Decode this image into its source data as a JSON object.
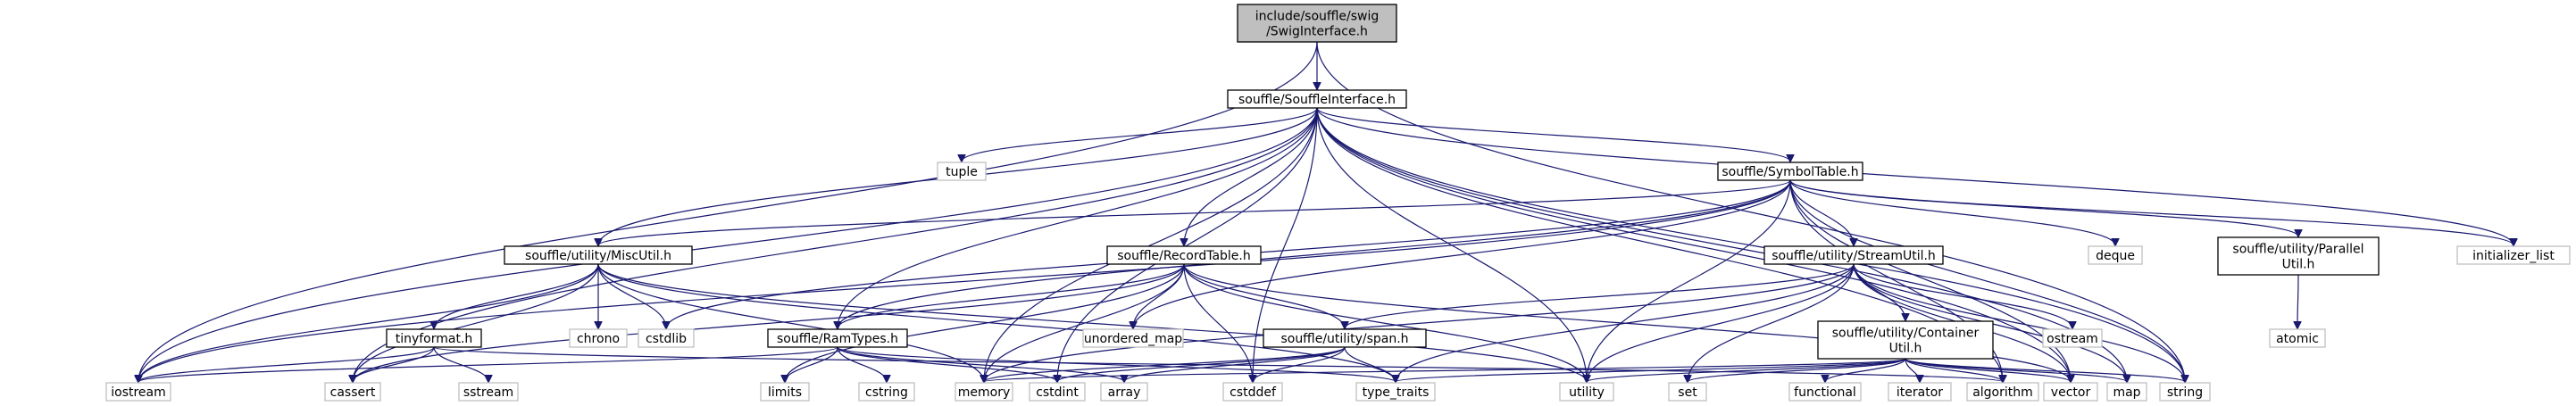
{
  "nodes": {
    "swig": [
      "include/souffle/swig",
      "/SwigInterface.h"
    ],
    "souffle_interface": [
      "souffle/SouffleInterface.h"
    ],
    "symbol_table": [
      "souffle/SymbolTable.h"
    ],
    "misc_util": [
      "souffle/utility/MiscUtil.h"
    ],
    "record_table": [
      "souffle/RecordTable.h"
    ],
    "stream_util": [
      "souffle/utility/StreamUtil.h"
    ],
    "parallel_util": [
      "souffle/utility/Parallel",
      "Util.h"
    ],
    "ram_types": [
      "souffle/RamTypes.h"
    ],
    "span": [
      "souffle/utility/span.h"
    ],
    "container_util": [
      "souffle/utility/Container",
      "Util.h"
    ],
    "tinyformat": [
      "tinyformat.h"
    ],
    "tuple": [
      "tuple"
    ],
    "deque": [
      "deque"
    ],
    "initializer_list": [
      "initializer_list"
    ],
    "chrono": [
      "chrono"
    ],
    "cstdlib": [
      "cstdlib"
    ],
    "unordered_map": [
      "unordered_map"
    ],
    "ostream": [
      "ostream"
    ],
    "atomic": [
      "atomic"
    ],
    "iostream": [
      "iostream"
    ],
    "cassert": [
      "cassert"
    ],
    "sstream": [
      "sstream"
    ],
    "limits": [
      "limits"
    ],
    "cstring": [
      "cstring"
    ],
    "memory": [
      "memory"
    ],
    "cstdint": [
      "cstdint"
    ],
    "array": [
      "array"
    ],
    "cstddef": [
      "cstddef"
    ],
    "type_traits": [
      "type_traits"
    ],
    "utility": [
      "utility"
    ],
    "set": [
      "set"
    ],
    "functional": [
      "functional"
    ],
    "iterator": [
      "iterator"
    ],
    "algorithm": [
      "algorithm"
    ],
    "vector": [
      "vector"
    ],
    "map": [
      "map"
    ],
    "string": [
      "string"
    ]
  }
}
